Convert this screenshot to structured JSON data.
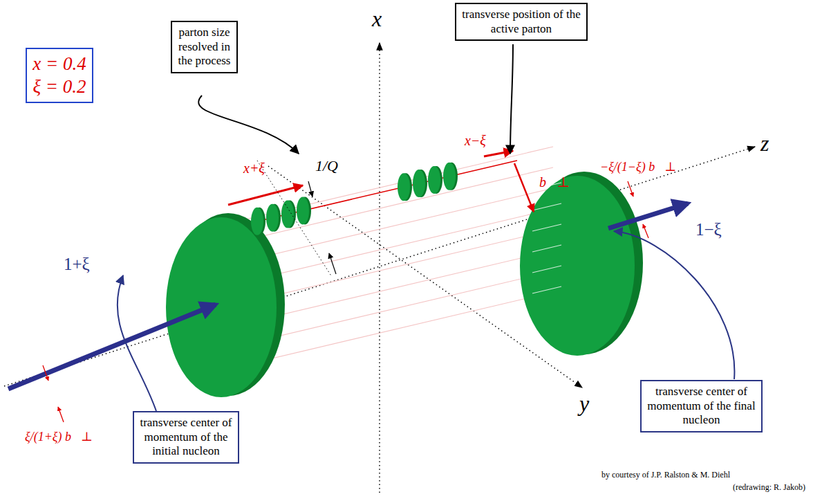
{
  "diagram": {
    "nodes": [
      {
        "text": [
          "x = 0.4",
          "ξ = 0.2"
        ]
      },
      {
        "text": [
          "parton size resolved in the process"
        ]
      },
      {
        "text": [
          "transverse position of the active parton"
        ]
      },
      {
        "text": [
          "transverse center of momentum of the initial nucleon"
        ]
      },
      {
        "text": [
          "transverse center of momentum of the final nucleon"
        ]
      }
    ],
    "labels": [
      "x",
      "y",
      "z",
      "1/Q",
      "x+ξ",
      "x−ξ",
      "b⃗⊥",
      "−ξ/(1−ξ) b⃗⊥",
      "1−ξ",
      "1+ξ",
      "ξ/(1+ξ) b⃗⊥",
      "by courtesy of J.P. Ralston & M. Diehl",
      "(redrawing: R. Jakob)"
    ]
  }
}
